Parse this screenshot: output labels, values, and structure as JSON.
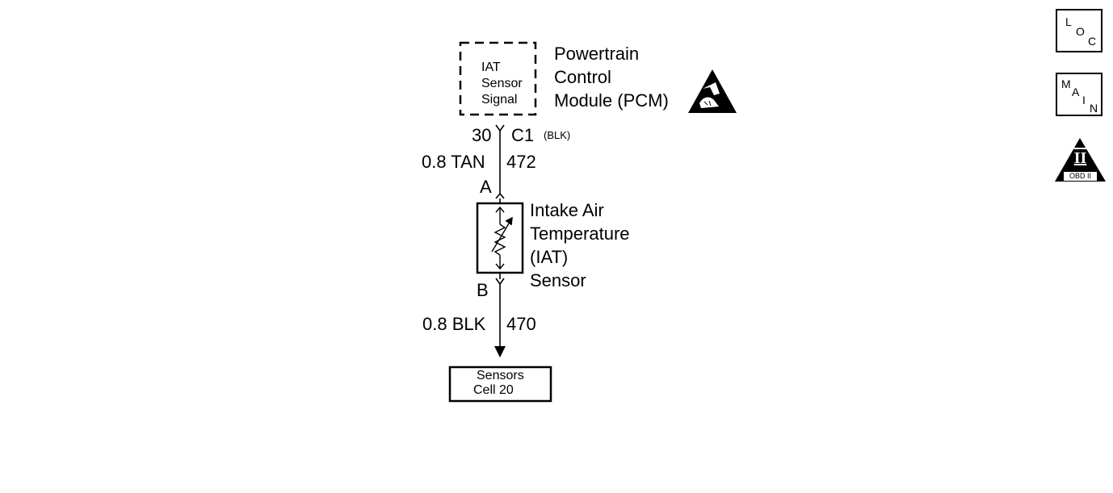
{
  "pcm": {
    "inner_lines": [
      "IAT",
      "Sensor",
      "Signal"
    ],
    "name_lines": [
      "Powertrain",
      "Control",
      "Module (PCM)"
    ]
  },
  "connector_top": {
    "pin": "30",
    "name": "C1",
    "color": "(BLK)"
  },
  "wire_top": {
    "gauge_color": "0.8 TAN",
    "circuit": "472"
  },
  "sensor": {
    "pin_a": "A",
    "pin_b": "B",
    "name_lines": [
      "Intake Air",
      "Temperature",
      "(IAT)",
      "Sensor"
    ]
  },
  "wire_bottom": {
    "gauge_color": "0.8 BLK",
    "circuit": "470"
  },
  "ref_box": {
    "lines": [
      "Sensors",
      "Cell 20"
    ]
  },
  "nav": {
    "loc": [
      "L",
      "O",
      "C"
    ],
    "main": [
      "M",
      "A",
      "I",
      "N"
    ],
    "obd": {
      "numeral": "II",
      "label": "OBD II"
    }
  },
  "colors": {
    "line": "#000000",
    "background": "#ffffff"
  },
  "icons": {
    "esd": "esd-warning-icon",
    "thermistor": "thermistor-icon",
    "ground_arrow": "arrow-down-icon"
  }
}
